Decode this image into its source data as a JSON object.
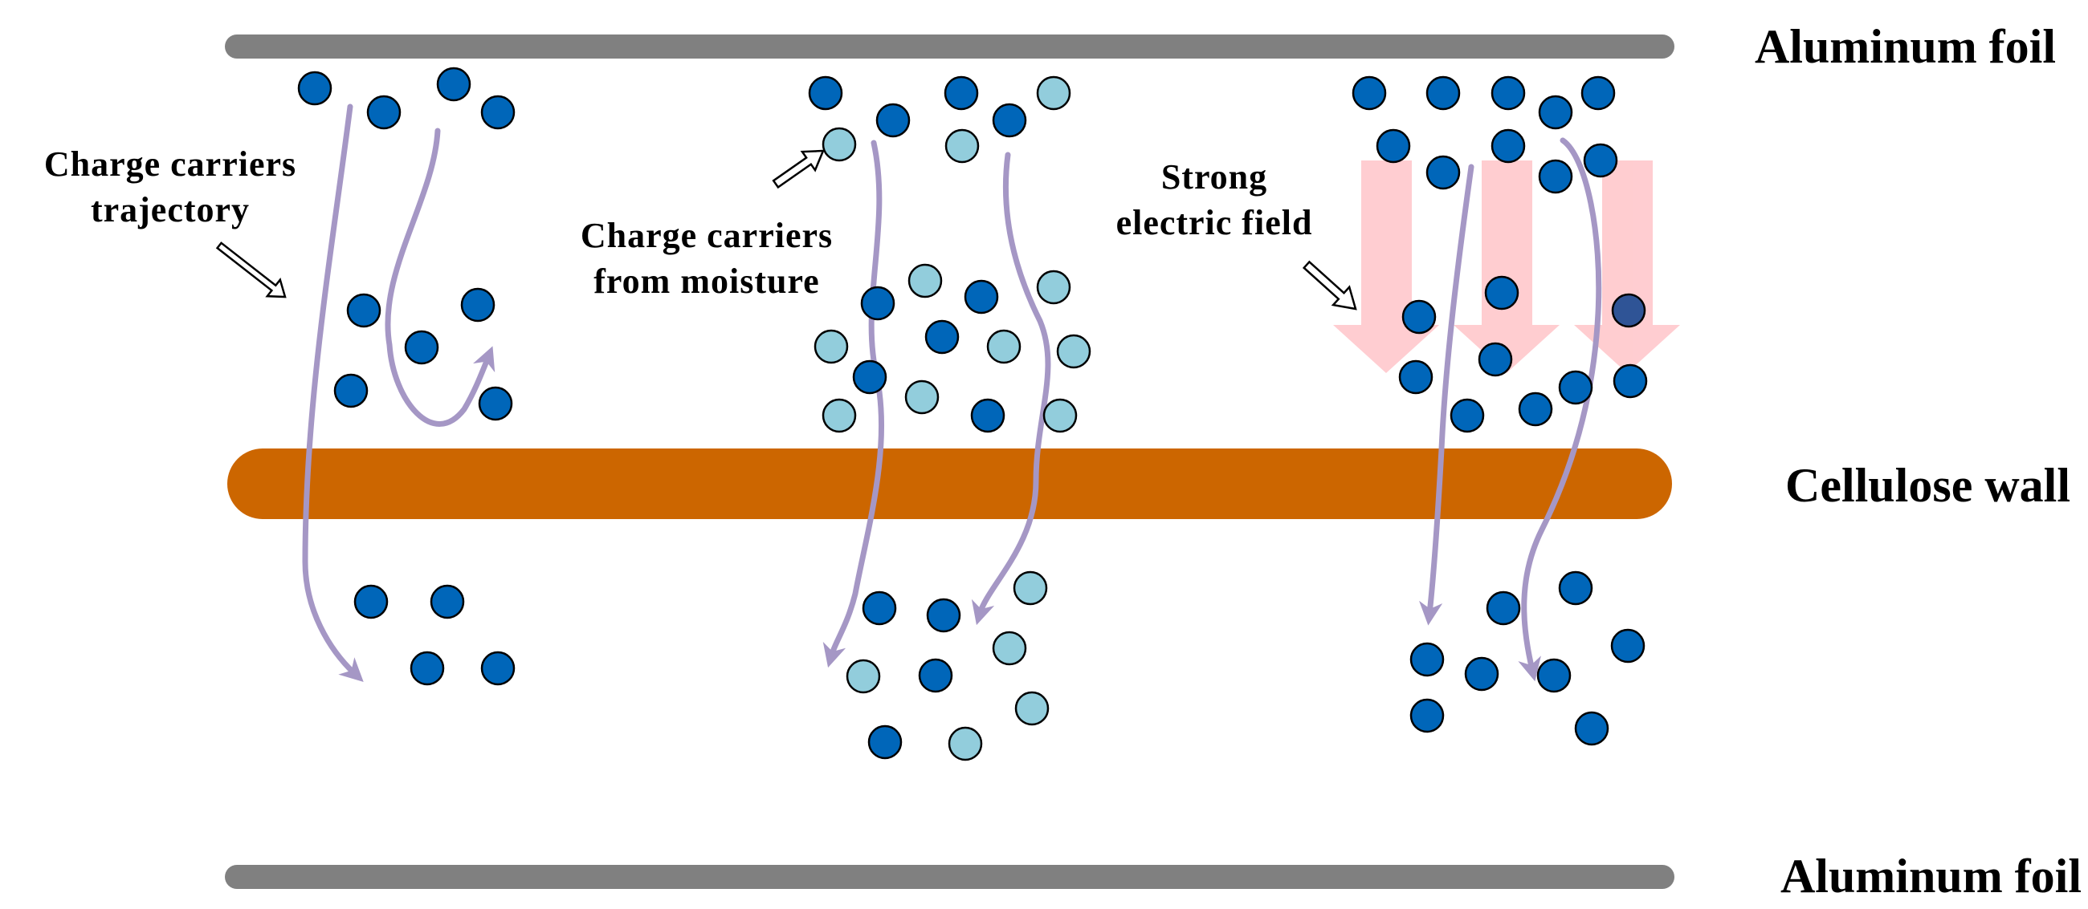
{
  "labels": {
    "top_foil": "Aluminum foil",
    "cellulose": "Cellulose wall",
    "bottom_foil": "Aluminum foil",
    "trajectory_line1": "Charge carriers",
    "trajectory_line2": "trajectory",
    "moisture_line1": "Charge carriers",
    "moisture_line2": "from moisture",
    "field_line1": "Strong",
    "field_line2": "electric field"
  },
  "colors": {
    "foil": "#808080",
    "cellulose": "#cc6600",
    "carrier": "#0066b9",
    "moisture_carrier": "#92cddc",
    "trajectory": "#a597c5",
    "field_arrow": "#ffc8cc",
    "dark_carrier": "#2f5496"
  }
}
